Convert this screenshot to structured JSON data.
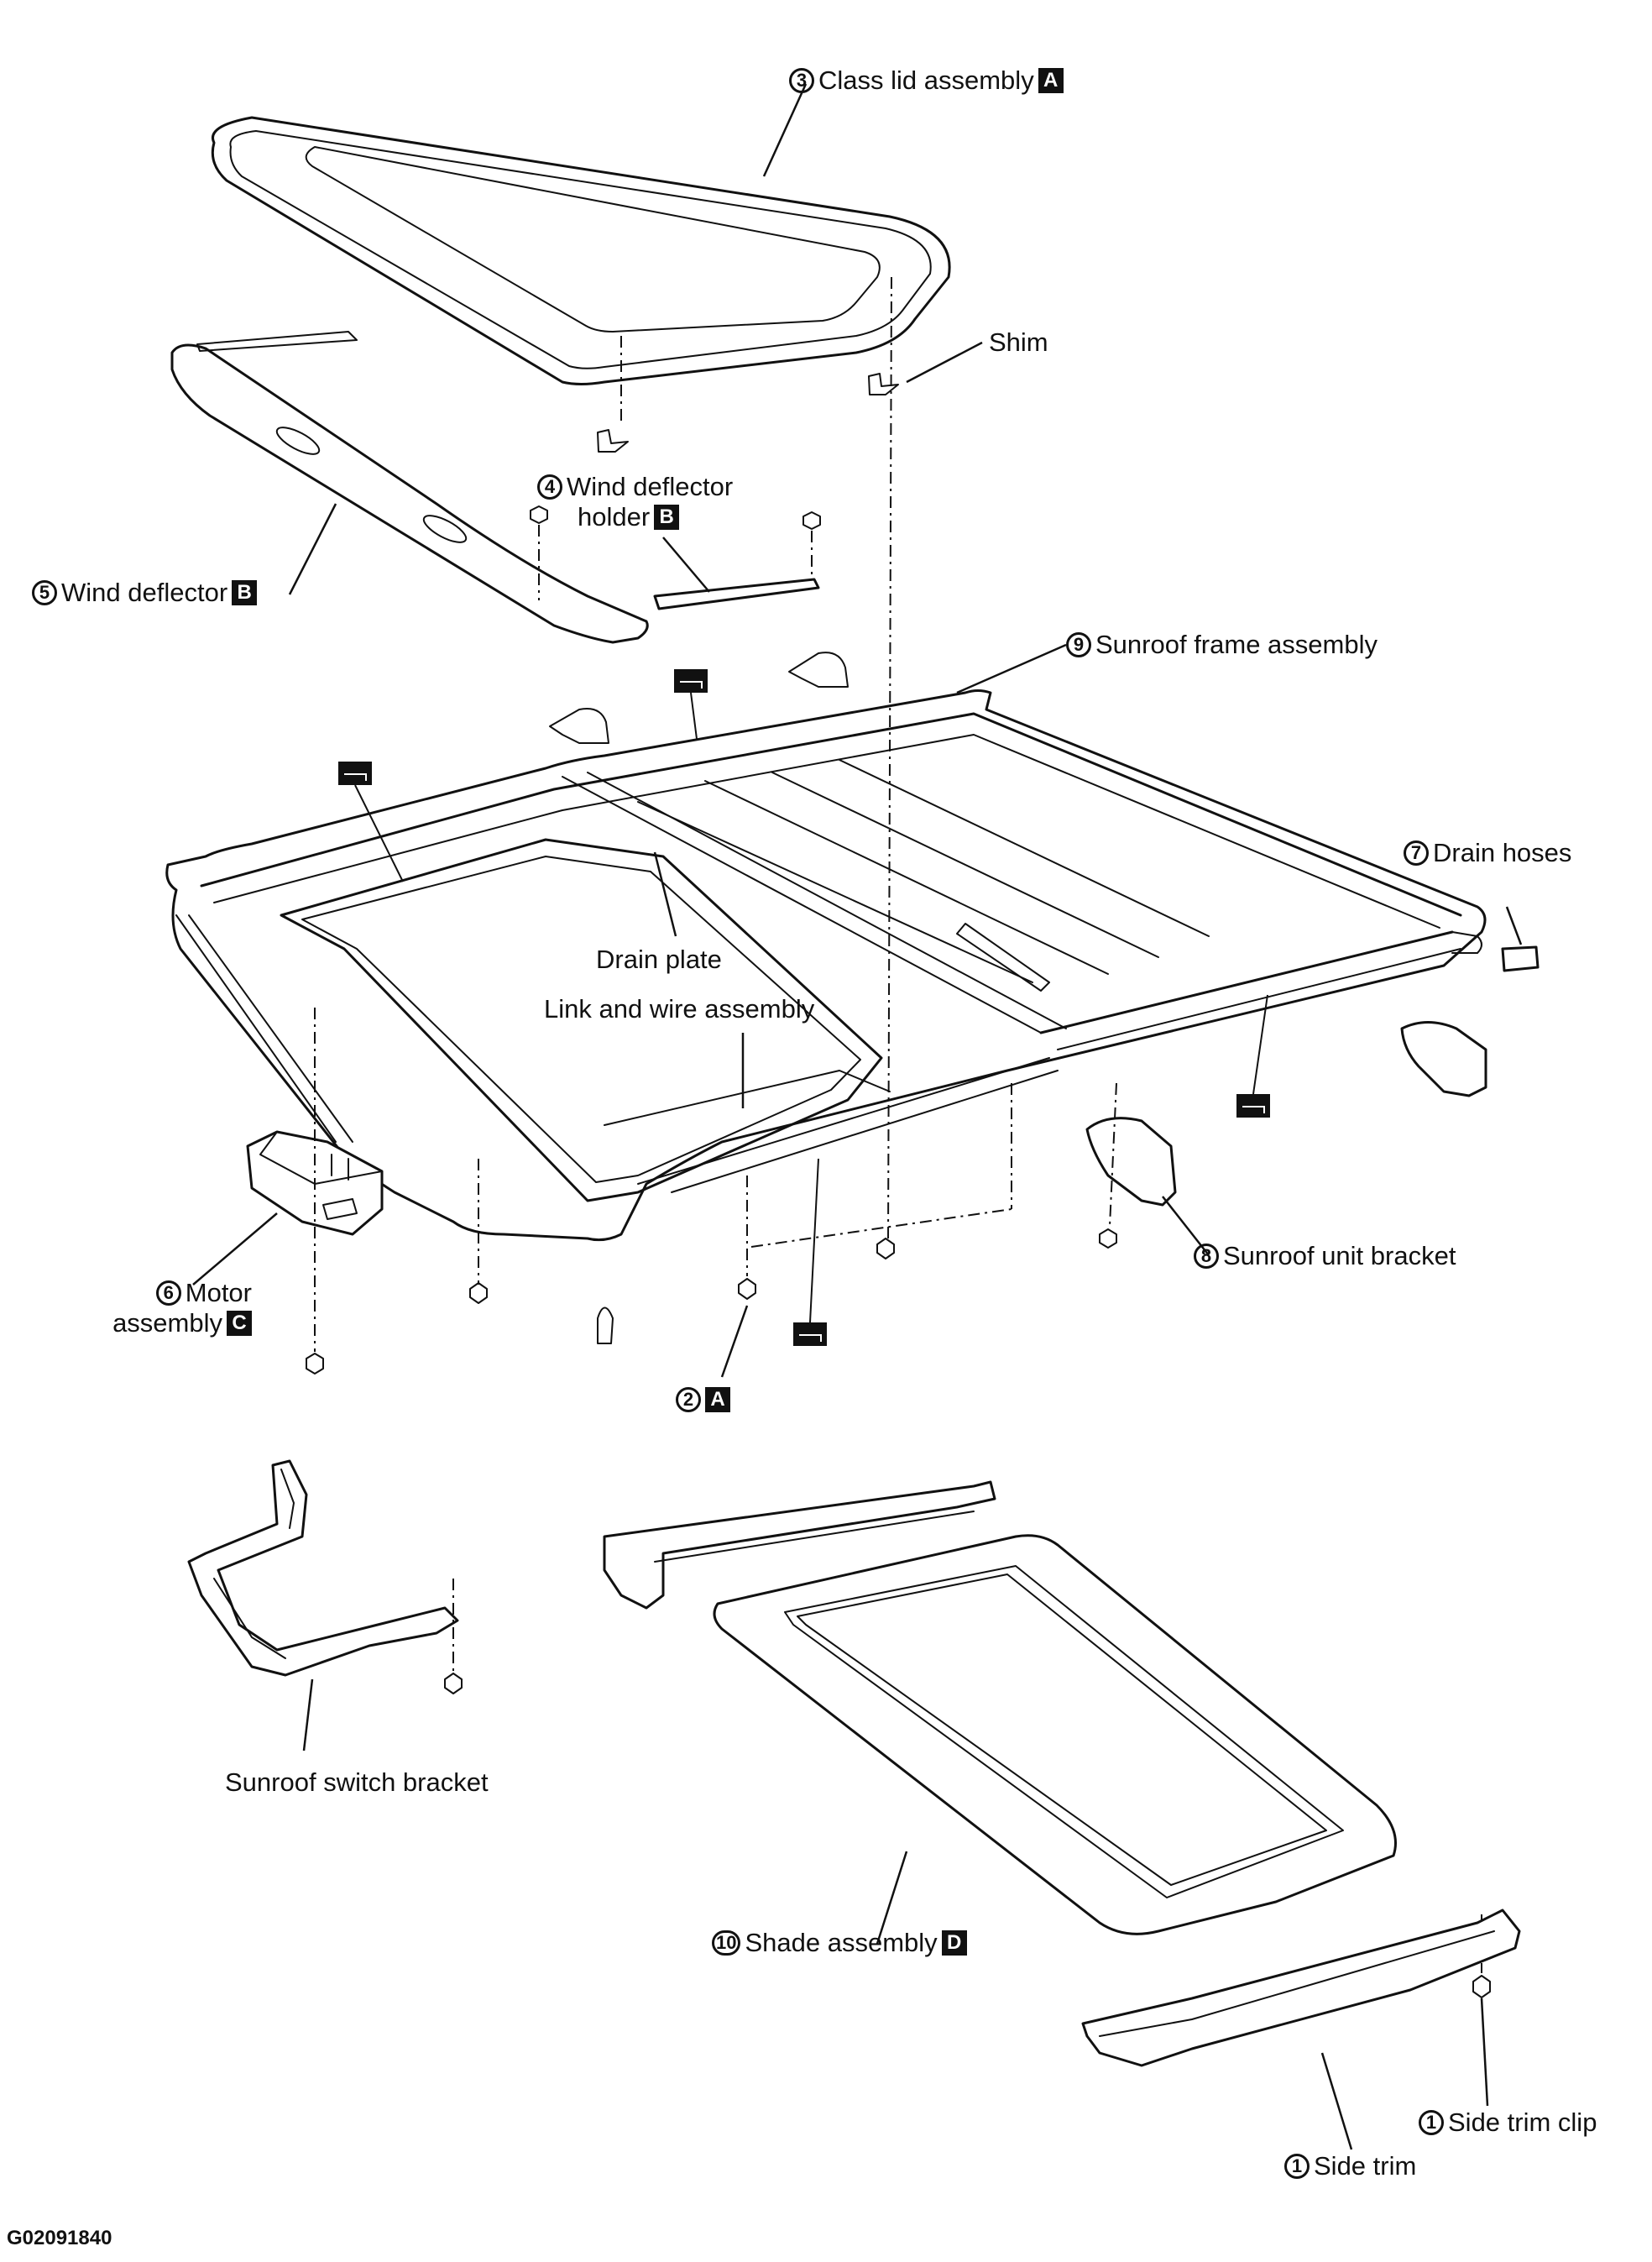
{
  "figure_id": "G02091840",
  "parts": {
    "glass_lid": {
      "number": "3",
      "text": "Class lid assembly",
      "ref": "A"
    },
    "shim": {
      "text": "Shim"
    },
    "wind_deflector_holder": {
      "number": "4",
      "text_line1": "Wind deflector",
      "text_line2": "holder",
      "ref": "B"
    },
    "wind_deflector": {
      "number": "5",
      "text": "Wind deflector",
      "ref": "B"
    },
    "sunroof_frame": {
      "number": "9",
      "text": "Sunroof frame assembly"
    },
    "drain_hoses": {
      "number": "7",
      "text": "Drain hoses"
    },
    "drain_plate": {
      "text": "Drain plate"
    },
    "link_wire": {
      "text": "Link and wire assembly"
    },
    "motor": {
      "number": "6",
      "text_line1": "Motor",
      "text_line2": "assembly",
      "ref": "C"
    },
    "unit_bracket": {
      "number": "8",
      "text": "Sunroof unit bracket"
    },
    "nut": {
      "number": "2",
      "ref": "A"
    },
    "switch_bracket": {
      "text": "Sunroof switch bracket"
    },
    "shade": {
      "number": "10",
      "text": "Shade assembly",
      "ref": "D"
    },
    "side_trim_clip": {
      "number": "1",
      "text": "Side trim clip"
    },
    "side_trim": {
      "number": "1",
      "text": "Side trim"
    }
  },
  "symbols": {
    "lubricant": "grease-point-icon"
  }
}
